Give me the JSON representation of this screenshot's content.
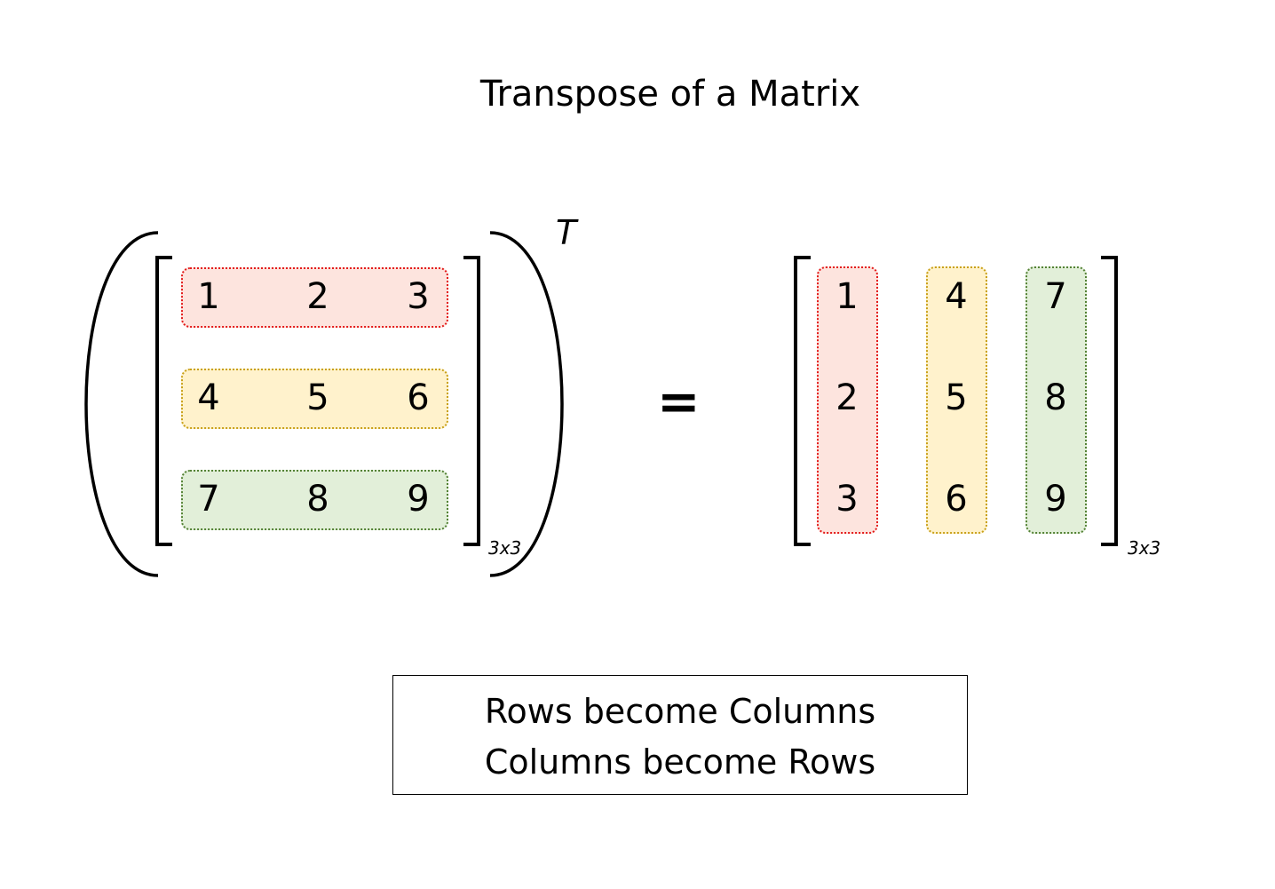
{
  "title": "Transpose of a Matrix",
  "left_matrix": {
    "rows": [
      [
        "1",
        "2",
        "3"
      ],
      [
        "4",
        "5",
        "6"
      ],
      [
        "7",
        "8",
        "9"
      ]
    ],
    "superscript": "T",
    "subscript": "3x3"
  },
  "equals": "=",
  "right_matrix": {
    "columns": [
      [
        "1",
        "2",
        "3"
      ],
      [
        "4",
        "5",
        "6"
      ],
      [
        "7",
        "8",
        "9"
      ]
    ],
    "subscript": "3x3"
  },
  "note": {
    "line1": "Rows become Columns",
    "line2": "Columns become Rows"
  },
  "colors": {
    "red_fill": "#fde4de",
    "red_border": "#e31b1b",
    "yellow_fill": "#fff2cc",
    "yellow_border": "#c9a11a",
    "green_fill": "#e2efd9",
    "green_border": "#548235"
  }
}
